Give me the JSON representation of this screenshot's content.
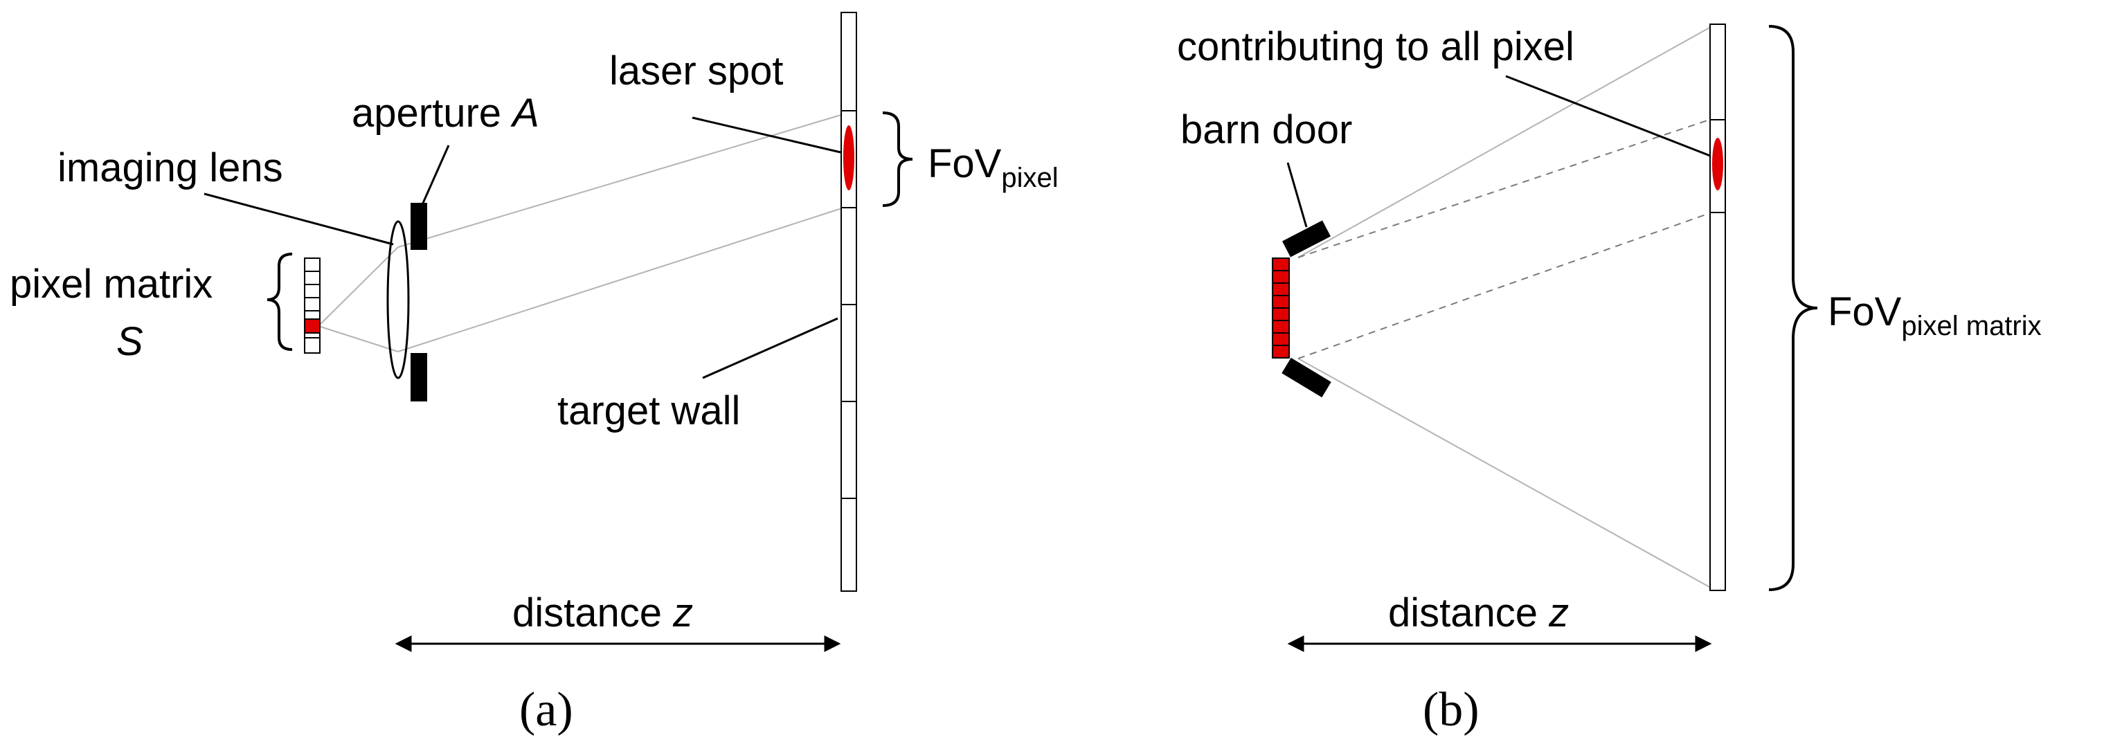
{
  "panel_a": {
    "caption": "(a)",
    "labels": {
      "laser_spot": "laser spot",
      "aperture_text": "aperture ",
      "aperture_var": "A",
      "imaging_lens": "imaging lens",
      "fov_base": "FoV",
      "fov_sub": "pixel",
      "pixel_matrix": "pixel matrix",
      "pixel_matrix_var": "S",
      "target_wall": "target wall",
      "distance_text": "distance ",
      "distance_var": "z"
    }
  },
  "panel_b": {
    "caption": "(b)",
    "labels": {
      "contributing": "contributing to all pixel",
      "barn_door": "barn door",
      "fov_base": "FoV",
      "fov_sub": "pixel matrix",
      "distance_text": "distance ",
      "distance_var": "z"
    }
  },
  "colors": {
    "highlight": "#e00000",
    "ray": "#b3b3b3",
    "ink": "#000000"
  }
}
